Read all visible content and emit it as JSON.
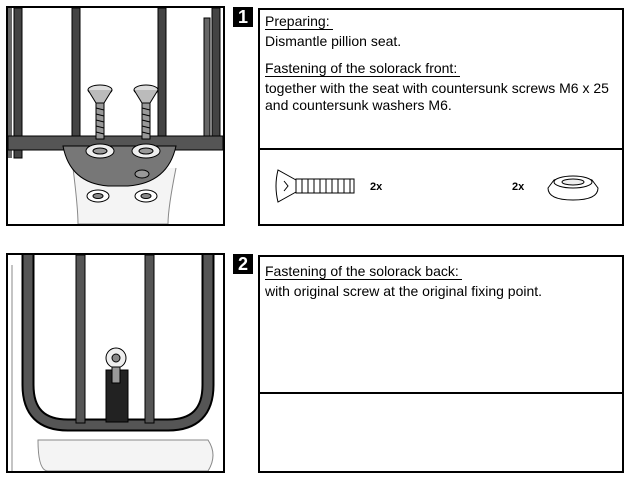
{
  "step1": {
    "number": "1",
    "preparing_heading": "Preparing:",
    "preparing_text": "Dismantle pillion seat.",
    "front_heading": "Fastening of the solorack front:",
    "front_text": "together with the seat with countersunk screws M6 x 25 and countersunk washers M6.",
    "parts": [
      {
        "qty": "2x",
        "icon": "countersunk-screw-icon"
      },
      {
        "qty": "2x",
        "icon": "countersunk-washer-icon"
      }
    ]
  },
  "step2": {
    "number": "2",
    "back_heading": "Fastening of the solorack back:",
    "back_text": "with original screw at the original fixing point."
  }
}
